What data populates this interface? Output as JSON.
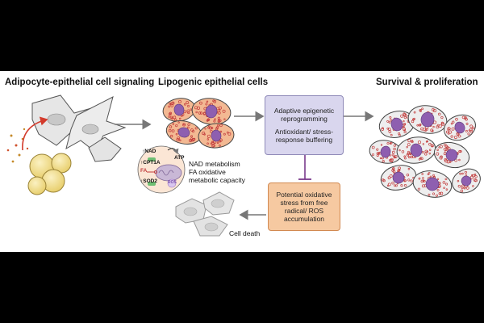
{
  "titles": {
    "signaling": "Adipocyte-epithelial cell signaling",
    "lipogenic": "Lipogenic epithelial cells",
    "survival": "Survival & proliferation"
  },
  "boxes": {
    "adaptive_line1": "Adaptive epigenetic",
    "adaptive_line2": "reprogramming",
    "buffer_line1": "Antioxidant/ stress-",
    "buffer_line2": "response buffering",
    "stress_line1": "Potential oxidative",
    "stress_line2": "stress from free",
    "stress_line3": "radical/ ROS",
    "stress_line4": "accumulation"
  },
  "metabolism": {
    "line1": "NAD metabolism",
    "line2": "FA oxidative",
    "line3": "metabolic capacity"
  },
  "zoom": {
    "nad": "↑NAD",
    "cpt1a": "↑CPT1A",
    "fa": "FA",
    "sod2": "↑SOD2",
    "atp": "ATP",
    "ros": "ROS"
  },
  "cell_death": "Cell death",
  "colors": {
    "cell_fill": "#f3b993",
    "cell_border": "#444444",
    "nucleus": "#8e5fb0",
    "lipid_dot": "#c23b3b",
    "box_purple": "#d9d6ee",
    "box_orange": "#f6c9a1",
    "inhibit_line": "#7a3b8c",
    "arrow_gray": "#777777",
    "adipocyte": "#f4e39a",
    "red_arrow": "#d33b2c"
  }
}
